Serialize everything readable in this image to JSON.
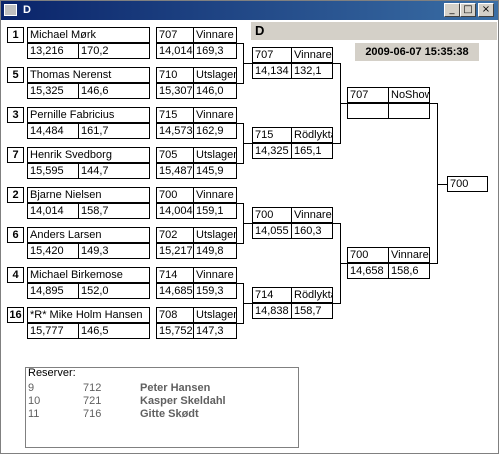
{
  "window": {
    "title": "D"
  },
  "group_label": "D",
  "datetime": "2009-06-07 15:35:38",
  "titlebar_buttons": {
    "minimize": "_",
    "maximize": "□",
    "close": "×"
  },
  "seeds": [
    "1",
    "5",
    "3",
    "7",
    "2",
    "6",
    "4",
    "16"
  ],
  "players": [
    {
      "name": "Michael Mørk",
      "v1": "13,216",
      "v2": "170,2"
    },
    {
      "name": "Thomas Nerenst",
      "v1": "15,325",
      "v2": "146,6"
    },
    {
      "name": "Pernille Fabricius",
      "v1": "14,484",
      "v2": "161,7"
    },
    {
      "name": "Henrik Svedborg",
      "v1": "15,595",
      "v2": "144,7"
    },
    {
      "name": "Bjarne Nielsen",
      "v1": "14,014",
      "v2": "158,7"
    },
    {
      "name": "Anders Larsen",
      "v1": "15,420",
      "v2": "149,3"
    },
    {
      "name": "Michael Birkemose",
      "v1": "14,895",
      "v2": "152,0"
    },
    {
      "name": "*R* Mike Holm Hansen",
      "v1": "15,777",
      "v2": "146,5"
    }
  ],
  "round1": [
    {
      "car": "707",
      "status": "Vinnare",
      "v1": "14,014",
      "v2": "169,3"
    },
    {
      "car": "710",
      "status": "Utslagen",
      "v1": "15,307",
      "v2": "146,0"
    },
    {
      "car": "715",
      "status": "Vinnare",
      "v1": "14,573",
      "v2": "162,9"
    },
    {
      "car": "705",
      "status": "Utslagen",
      "v1": "15,487",
      "v2": "145,9"
    },
    {
      "car": "700",
      "status": "Vinnare",
      "v1": "14,004",
      "v2": "159,1"
    },
    {
      "car": "702",
      "status": "Utslagen",
      "v1": "15,217",
      "v2": "149,8"
    },
    {
      "car": "714",
      "status": "Vinnare",
      "v1": "14,685",
      "v2": "159,3"
    },
    {
      "car": "708",
      "status": "Utslagen",
      "v1": "15,752",
      "v2": "147,3"
    }
  ],
  "round2": [
    {
      "car": "707",
      "status": "Vinnare",
      "v1": "14,134",
      "v2": "132,1"
    },
    {
      "car": "715",
      "status": "Rödlykta",
      "v1": "14,325",
      "v2": "165,1"
    },
    {
      "car": "700",
      "status": "Vinnare",
      "v1": "14,055",
      "v2": "160,3"
    },
    {
      "car": "714",
      "status": "Rödlykta",
      "v1": "14,838",
      "v2": "158,7"
    }
  ],
  "round3": [
    {
      "car": "707",
      "status": "NoShow",
      "v1": "",
      "v2": ""
    },
    {
      "car": "700",
      "status": "Vinnare",
      "v1": "14,658",
      "v2": "158,6"
    }
  ],
  "final": {
    "car": "700"
  },
  "reserves": {
    "label": "Reserver:",
    "items": [
      {
        "n": "9",
        "num": "712",
        "name": "Peter Hansen"
      },
      {
        "n": "10",
        "num": "721",
        "name": "Kasper Skeldahl"
      },
      {
        "n": "11",
        "num": "716",
        "name": "Gitte Skødt"
      }
    ]
  }
}
